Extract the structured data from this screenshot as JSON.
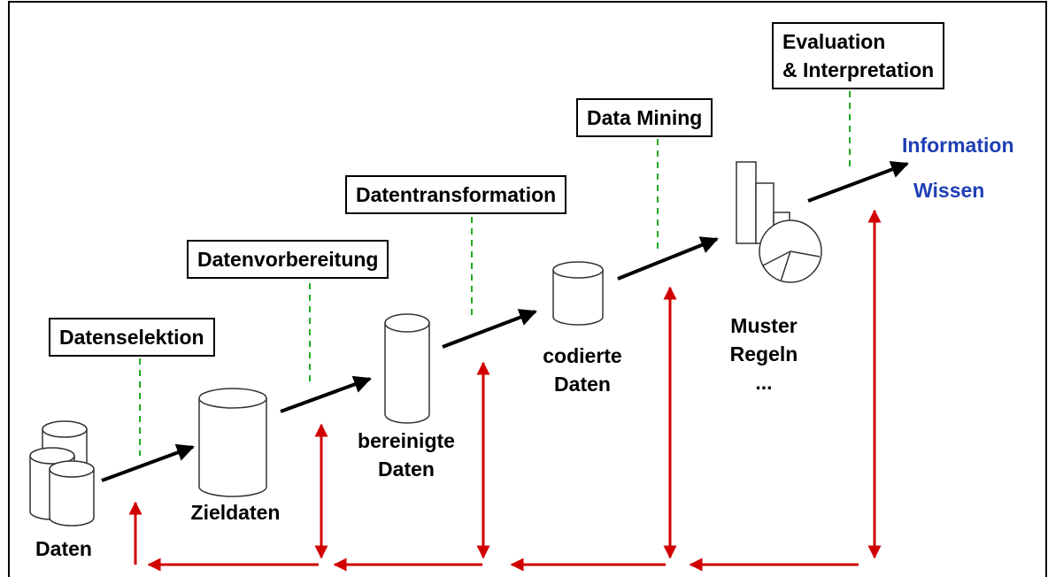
{
  "steps": {
    "selection": "Datenselektion",
    "preparation": "Datenvorbereitung",
    "transformation": "Datentransformation",
    "mining": "Data Mining",
    "evaluation_line1": "Evaluation",
    "evaluation_line2": "& Interpretation"
  },
  "stages": {
    "raw": "Daten",
    "target": "Zieldaten",
    "cleaned_line1": "bereinigte",
    "cleaned_line2": "Daten",
    "coded_line1": "codierte",
    "coded_line2": "Daten",
    "patterns_line1": "Muster",
    "patterns_line2": "Regeln",
    "patterns_line3": "..."
  },
  "results": {
    "information": "Information",
    "knowledge": "Wissen"
  },
  "colors": {
    "feedback_arrows": "#d00000",
    "step_connectors": "#22aa22",
    "result_text": "#1f3fb4"
  }
}
